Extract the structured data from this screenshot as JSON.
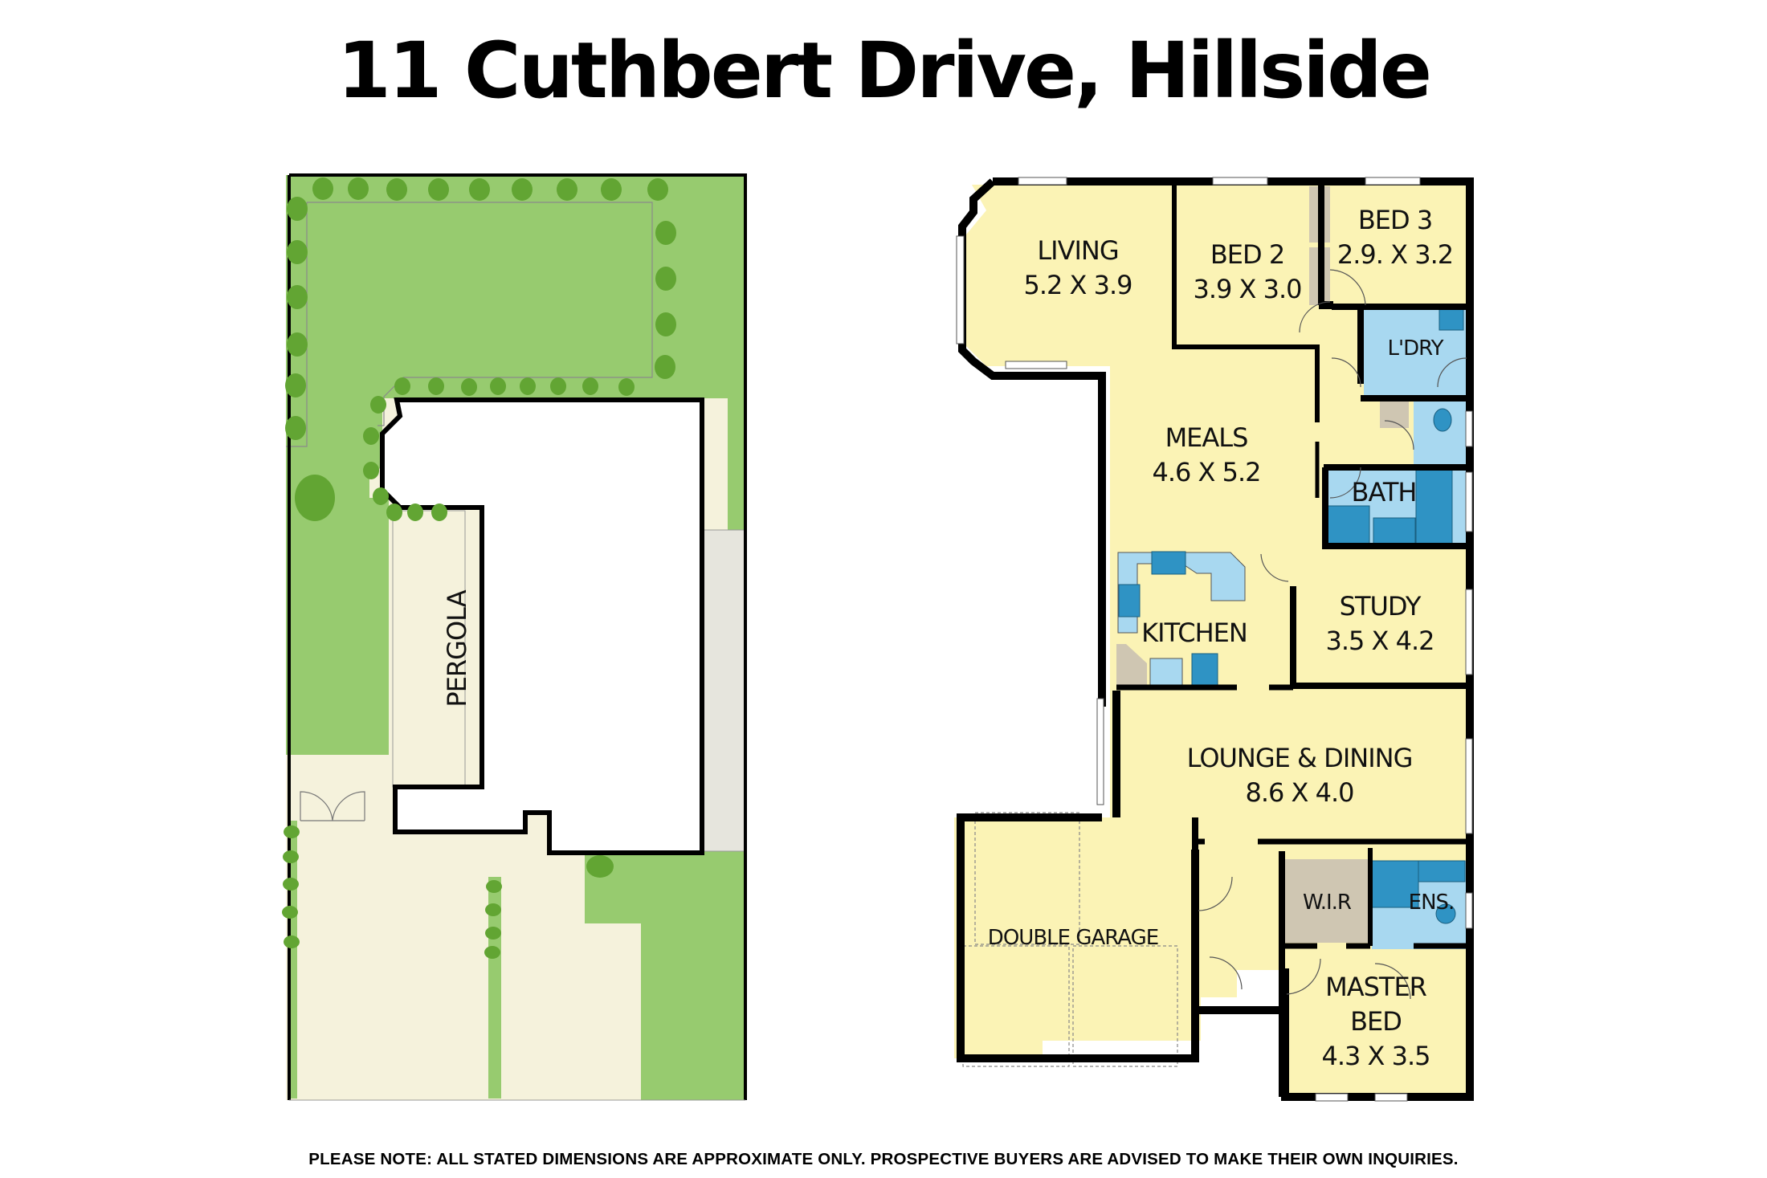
{
  "title": "11 Cuthbert Drive, Hillside",
  "disclaimer": "PLEASE NOTE: ALL STATED DIMENSIONS ARE APPROXIMATE ONLY. PROSPECTIVE BUYERS ARE ADVISED TO MAKE THEIR OWN INQUIRIES.",
  "colors": {
    "lawn": "#97cb6f",
    "tree": "#62a533",
    "paving": "#f5f2dc",
    "driveway": "#e6e5dd",
    "room": "#fbf3b5",
    "wet_area": "#a8d8f0",
    "fixture": "#2f93c4",
    "storage": "#cfc6b2",
    "wall": "#000000"
  },
  "site_plan": {
    "labels": {
      "pergola": "PERGOLA"
    }
  },
  "floor_plan": {
    "rooms": {
      "living": {
        "name": "LIVING",
        "dims": "5.2 X 3.9"
      },
      "bed2": {
        "name": "BED 2",
        "dims": "3.9 X 3.0"
      },
      "bed3": {
        "name": "BED 3",
        "dims": "2.9. X 3.2"
      },
      "laundry": {
        "name": "L'DRY"
      },
      "meals": {
        "name": "MEALS",
        "dims": "4.6 X 5.2"
      },
      "bath": {
        "name": "BATH"
      },
      "kitchen": {
        "name": "KITCHEN"
      },
      "study": {
        "name": "STUDY",
        "dims": "3.5 X 4.2"
      },
      "lounge_dining": {
        "name": "LOUNGE & DINING",
        "dims": "8.6 X 4.0"
      },
      "garage": {
        "name": "DOUBLE GARAGE"
      },
      "wir": {
        "name": "W.I.R"
      },
      "ensuite": {
        "name": "ENS."
      },
      "master": {
        "name_line1": "MASTER",
        "name_line2": "BED",
        "dims": "4.3 X 3.5"
      }
    }
  }
}
